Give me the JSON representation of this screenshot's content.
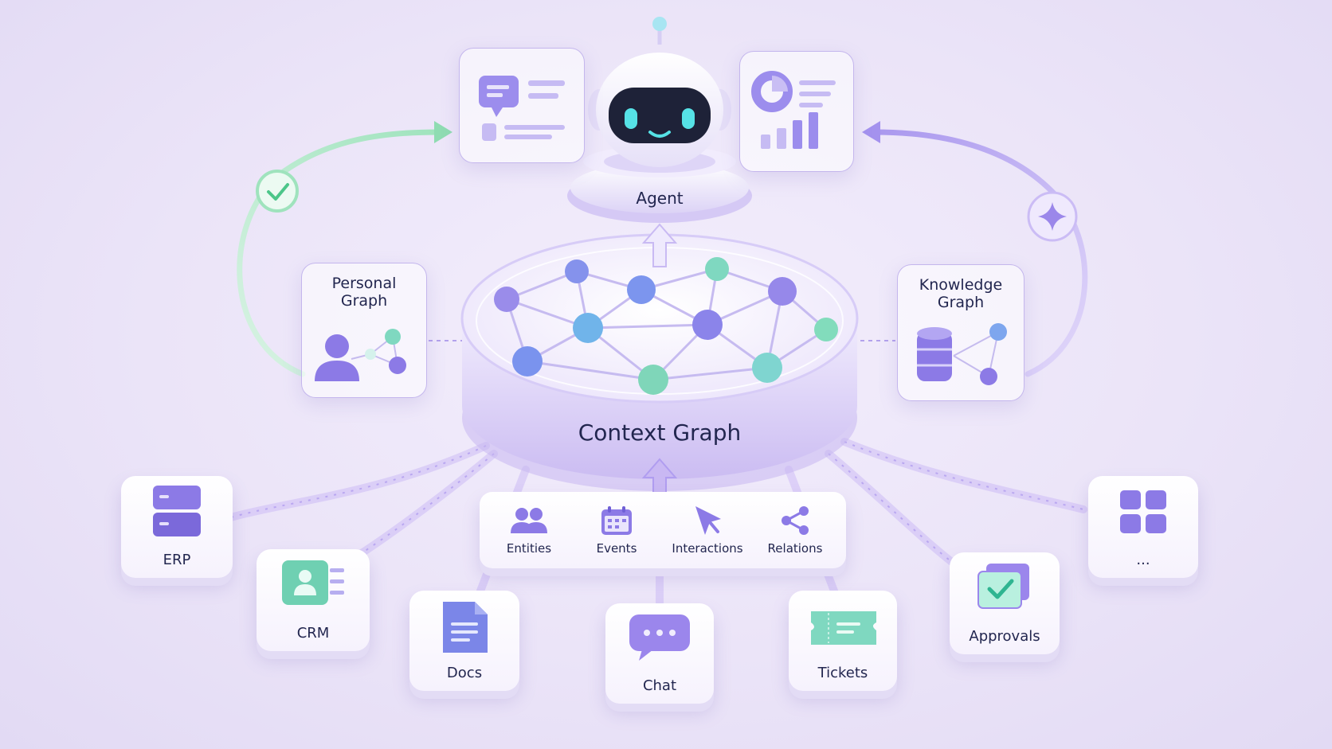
{
  "agent": {
    "label": "Agent"
  },
  "context_graph": {
    "label": "Context Graph"
  },
  "personal_graph": {
    "label": "Personal Graph",
    "line1": "Personal",
    "line2": "Graph"
  },
  "knowledge_graph": {
    "label": "Knowledge Graph",
    "line1": "Knowledge",
    "line2": "Graph"
  },
  "categories": [
    {
      "label": "Entities",
      "icon": "people-icon"
    },
    {
      "label": "Events",
      "icon": "calendar-icon"
    },
    {
      "label": "Interactions",
      "icon": "cursor-icon"
    },
    {
      "label": "Relations",
      "icon": "share-icon"
    }
  ],
  "sources": [
    {
      "label": "ERP",
      "icon": "database-icon"
    },
    {
      "label": "CRM",
      "icon": "contact-card-icon"
    },
    {
      "label": "Docs",
      "icon": "document-icon"
    },
    {
      "label": "Chat",
      "icon": "chat-bubble-icon"
    },
    {
      "label": "Tickets",
      "icon": "ticket-icon"
    },
    {
      "label": "Approvals",
      "icon": "approval-check-icon"
    },
    {
      "label": "...",
      "icon": "apps-grid-icon"
    }
  ],
  "colors": {
    "purple": "#8b7ae6",
    "teal": "#5fd0b8",
    "lavender_bg": "#ebe4f8",
    "dark_text": "#22264f",
    "green_arrow": "#a6e8c2",
    "purple_arrow": "#b7a4f0"
  }
}
